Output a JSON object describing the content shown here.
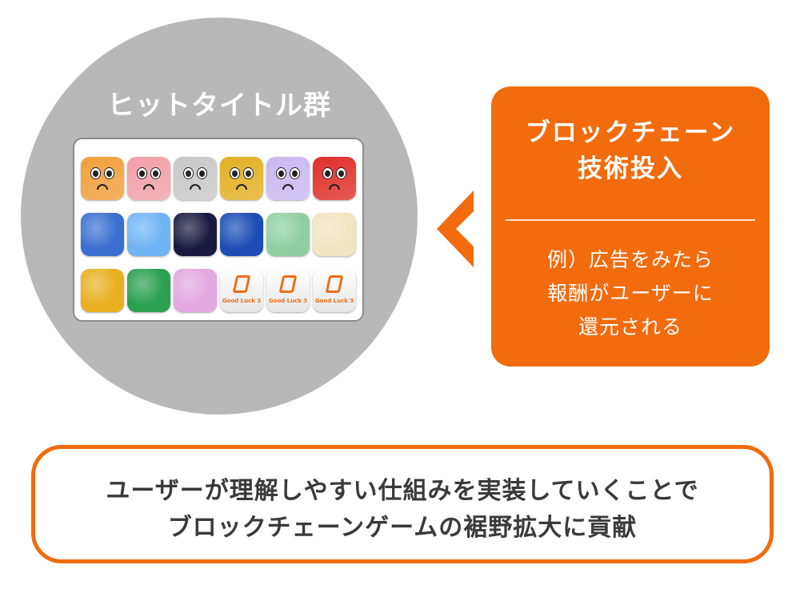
{
  "circle": {
    "title": "ヒットタイトル群"
  },
  "app_icons": [
    {
      "name": "face-icon-orange",
      "kind": "face",
      "color": "#f0a03c"
    },
    {
      "name": "face-icon-pink",
      "kind": "face",
      "color": "#f2a0a8"
    },
    {
      "name": "face-icon-silver",
      "kind": "face",
      "color": "#c8c8c8"
    },
    {
      "name": "face-icon-gold",
      "kind": "face",
      "color": "#e3b024"
    },
    {
      "name": "face-icon-lavender",
      "kind": "face",
      "color": "#c9b8f0"
    },
    {
      "name": "face-icon-red",
      "kind": "face",
      "color": "#e0302a"
    },
    {
      "name": "bomb-stars-game-icon",
      "kind": "art",
      "color": "#3a6fd0"
    },
    {
      "name": "cube-runner-game-icon",
      "kind": "art",
      "color": "#6fb4f5"
    },
    {
      "name": "stickman-game-icon",
      "kind": "art",
      "color": "#1a1a40"
    },
    {
      "name": "astronaut-ball-game-icon",
      "kind": "art",
      "color": "#1b4db5"
    },
    {
      "name": "ball-stack-game-icon",
      "kind": "art",
      "color": "#8fd0a0"
    },
    {
      "name": "drone-game-icon",
      "kind": "art",
      "color": "#f2e4c0"
    },
    {
      "name": "soldier-game-icon",
      "kind": "art",
      "color": "#e8b020"
    },
    {
      "name": "brick-puzzle-game-icon",
      "kind": "art",
      "color": "#2aa050"
    },
    {
      "name": "spinner-game-icon",
      "kind": "art",
      "color": "#e2a8e0"
    },
    {
      "name": "good-luck-3-icon",
      "kind": "goodluck",
      "label": "Good Luck 3"
    },
    {
      "name": "good-luck-3-icon",
      "kind": "goodluck",
      "label": "Good Luck 3"
    },
    {
      "name": "good-luck-3-icon",
      "kind": "goodluck",
      "label": "Good Luck 3"
    }
  ],
  "blockchain_box": {
    "title_line1": "ブロックチェーン",
    "title_line2": "技術投入",
    "body_line1": "例）広告をみたら",
    "body_line2": "報酬がユーザーに",
    "body_line3": "還元される"
  },
  "conclusion": {
    "line1": "ユーザーが理解しやすい仕組みを実装していくことで",
    "line2": "ブロックチェーンゲームの裾野拡大に貢献"
  },
  "colors": {
    "accent": "#f26b0d",
    "circle": "#b8b8b8",
    "text_dark": "#3a3a3a"
  }
}
